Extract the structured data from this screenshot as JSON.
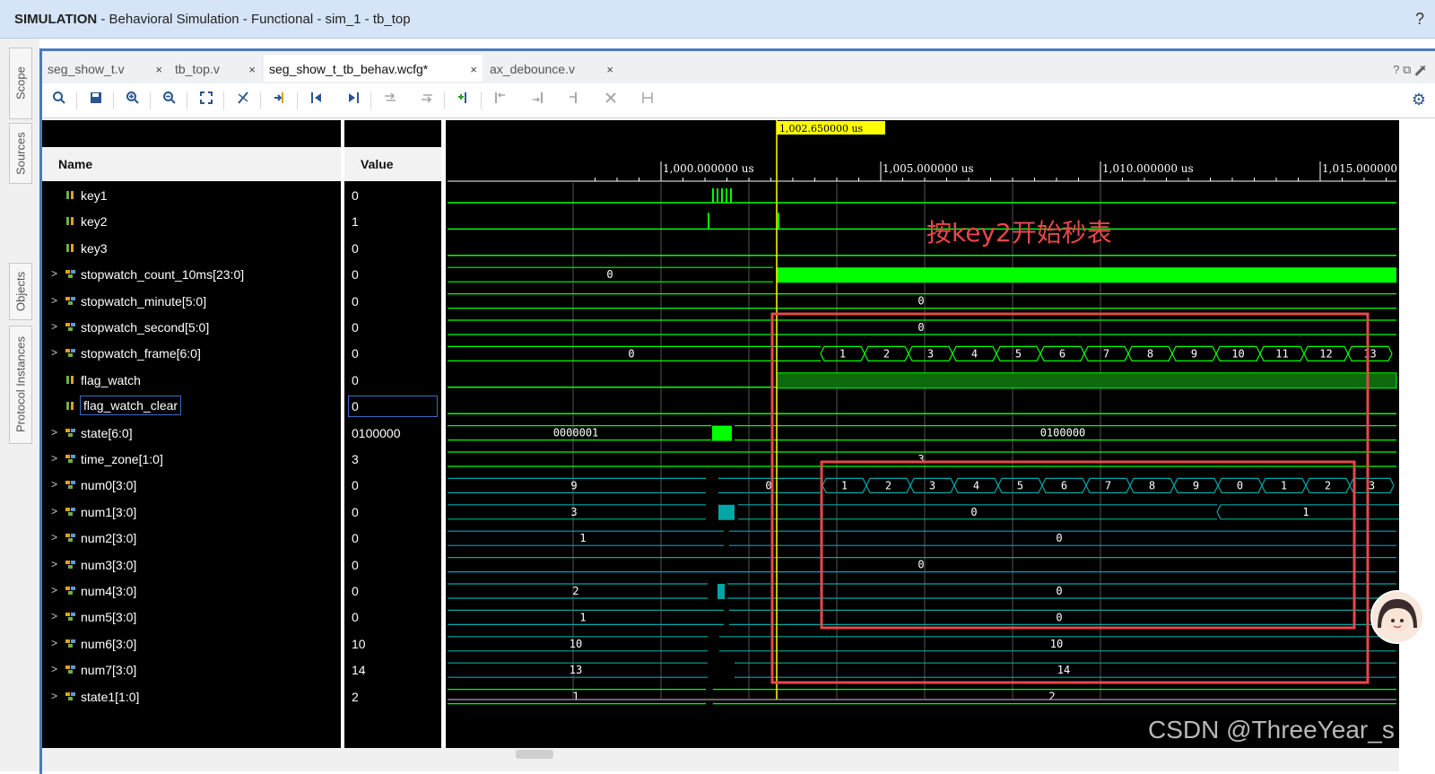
{
  "window": {
    "title_bold": "SIMULATION",
    "title_rest": " - Behavioral Simulation - Functional - sim_1 - tb_top",
    "help_icon": "?"
  },
  "side_tabs": [
    "Scope",
    "Sources",
    "Objects",
    "Protocol Instances"
  ],
  "tabs": [
    {
      "label": "seg_show_t.v",
      "active": false
    },
    {
      "label": "tb_top.v",
      "active": false
    },
    {
      "label": "seg_show_t_tb_behav.wcfg*",
      "active": true
    },
    {
      "label": "ax_debounce.v",
      "active": false
    }
  ],
  "tab_close": "×",
  "tab_corner_icons": "? ⧉ ⬈",
  "toolbar_icons": [
    "search-icon",
    "save-icon",
    "zoom-in-icon",
    "zoom-out-icon",
    "zoom-fit-icon",
    "cursor-icon",
    "go-to-cursor-icon",
    "previous-transition-icon",
    "next-transition-icon",
    "add-marker-icon",
    "previous-marker-icon",
    "next-marker-icon",
    "swap-cursors-icon",
    "snap-transition-icon",
    "float-ruler-icon",
    "delete-icon",
    "link-icon",
    "settings-icon"
  ],
  "columns": {
    "name": "Name",
    "value": "Value"
  },
  "signals": [
    {
      "name": "key1",
      "value": "0",
      "expandable": false,
      "kind": "bit"
    },
    {
      "name": "key2",
      "value": "1",
      "expandable": false,
      "kind": "bit"
    },
    {
      "name": "key3",
      "value": "0",
      "expandable": false,
      "kind": "bit"
    },
    {
      "name": "stopwatch_count_10ms[23:0]",
      "value": "0",
      "expandable": true,
      "kind": "bus"
    },
    {
      "name": "stopwatch_minute[5:0]",
      "value": "0",
      "expandable": true,
      "kind": "bus"
    },
    {
      "name": "stopwatch_second[5:0]",
      "value": "0",
      "expandable": true,
      "kind": "bus"
    },
    {
      "name": "stopwatch_frame[6:0]",
      "value": "0",
      "expandable": true,
      "kind": "bus"
    },
    {
      "name": "flag_watch",
      "value": "0",
      "expandable": false,
      "kind": "bit"
    },
    {
      "name": "flag_watch_clear",
      "value": "0",
      "expandable": false,
      "kind": "bit",
      "selected": true
    },
    {
      "name": "state[6:0]",
      "value": "0100000",
      "expandable": true,
      "kind": "bus"
    },
    {
      "name": "time_zone[1:0]",
      "value": "3",
      "expandable": true,
      "kind": "bus"
    },
    {
      "name": "num0[3:0]",
      "value": "0",
      "expandable": true,
      "kind": "bus"
    },
    {
      "name": "num1[3:0]",
      "value": "0",
      "expandable": true,
      "kind": "bus"
    },
    {
      "name": "num2[3:0]",
      "value": "0",
      "expandable": true,
      "kind": "bus"
    },
    {
      "name": "num3[3:0]",
      "value": "0",
      "expandable": true,
      "kind": "bus"
    },
    {
      "name": "num4[3:0]",
      "value": "0",
      "expandable": true,
      "kind": "bus"
    },
    {
      "name": "num5[3:0]",
      "value": "0",
      "expandable": true,
      "kind": "bus"
    },
    {
      "name": "num6[3:0]",
      "value": "10",
      "expandable": true,
      "kind": "bus"
    },
    {
      "name": "num7[3:0]",
      "value": "14",
      "expandable": true,
      "kind": "bus"
    },
    {
      "name": "state1[1:0]",
      "value": "2",
      "expandable": true,
      "kind": "bus"
    }
  ],
  "waveform": {
    "cursor_label": "1,002.650000 us",
    "time_labels": [
      "1,000.000000 us",
      "1,005.000000 us",
      "1,010.000000 us",
      "1,015.000000"
    ],
    "annotation": "按key2开始秒表",
    "rows": {
      "stopwatch_count_10ms": {
        "before": "0"
      },
      "stopwatch_minute": {
        "value": "0"
      },
      "stopwatch_second": {
        "value": "0"
      },
      "stopwatch_frame": {
        "before": "0",
        "segments": [
          "1",
          "2",
          "3",
          "4",
          "5",
          "6",
          "7",
          "8",
          "9",
          "10",
          "11",
          "12",
          "13"
        ]
      },
      "state": {
        "before": "0000001",
        "after": "0100000"
      },
      "time_zone": {
        "value": "3"
      },
      "num0": {
        "before": "9",
        "mid": "0",
        "segments": [
          "1",
          "2",
          "3",
          "4",
          "5",
          "6",
          "7",
          "8",
          "9",
          "0",
          "1",
          "2",
          "3"
        ]
      },
      "num1": {
        "before": "3",
        "after": "0",
        "late": "1"
      },
      "num2": {
        "before": "1",
        "after": "0"
      },
      "num3": {
        "value": "0"
      },
      "num4": {
        "before": "2",
        "after": "0"
      },
      "num5": {
        "before": "1",
        "after": "0"
      },
      "num6": {
        "before": "10",
        "after": "10"
      },
      "num7": {
        "before": "13",
        "after": "14"
      },
      "state1": {
        "before": "1",
        "after": "2"
      }
    }
  },
  "colors": {
    "wave_green": "#00ff00",
    "bus_teal": "#00a6a6",
    "cursor": "#ffff00",
    "highlight_box": "#e8474a",
    "annotation": "#e8474a"
  },
  "watermark": "CSDN @ThreeYear_s"
}
